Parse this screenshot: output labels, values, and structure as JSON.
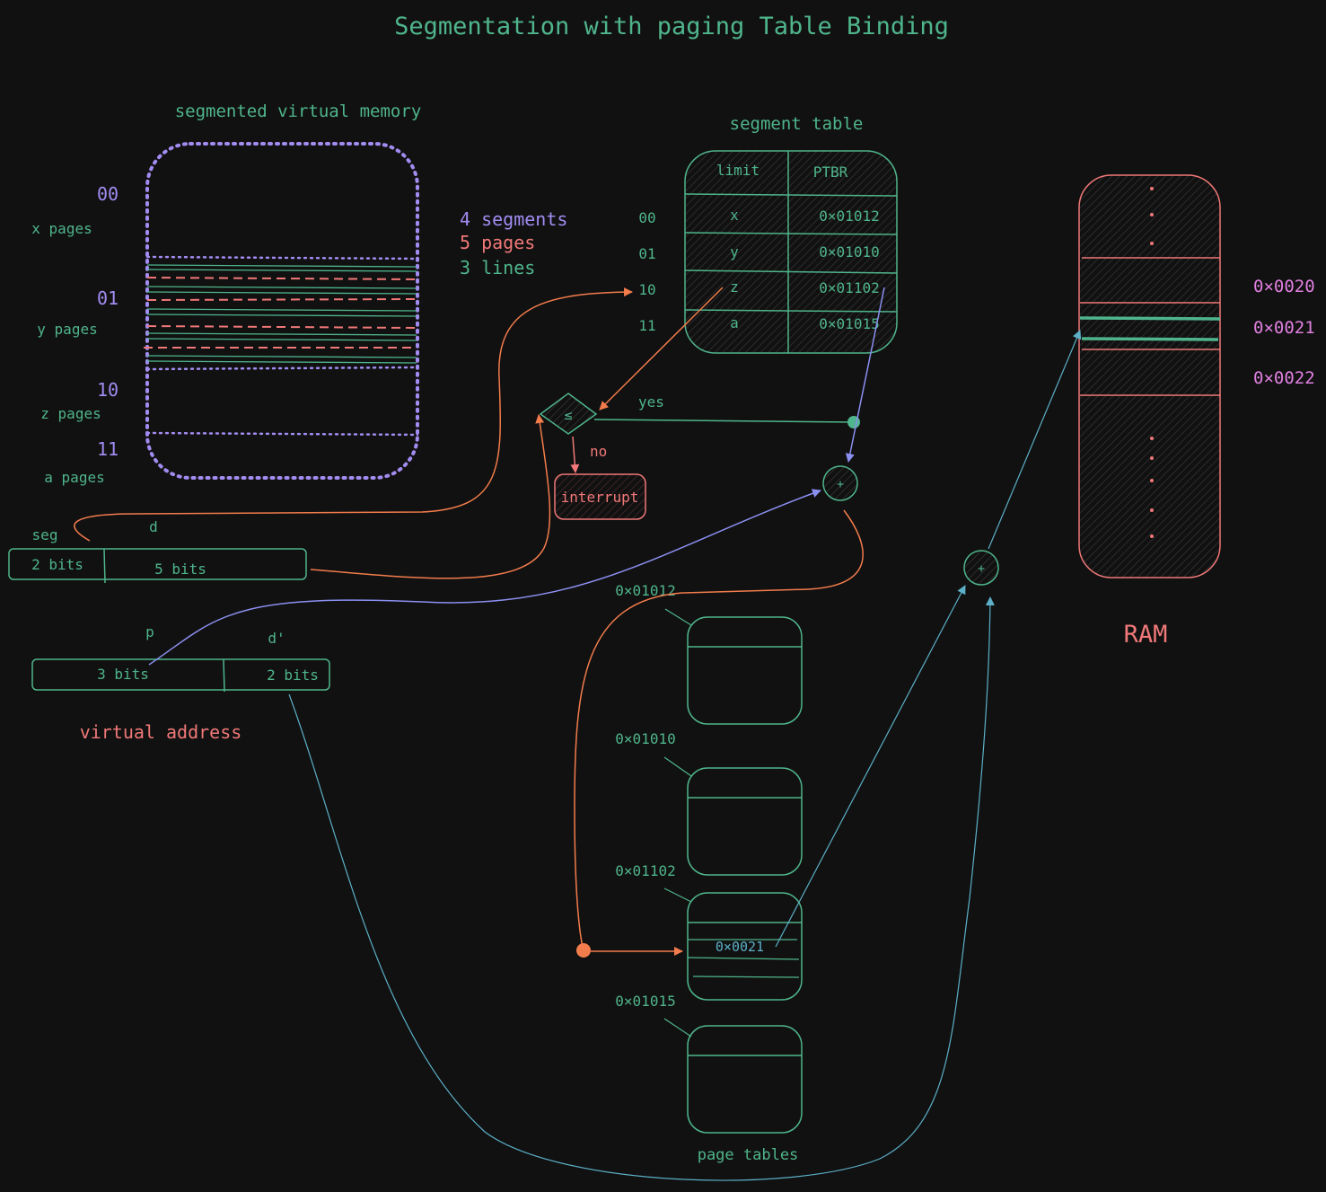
{
  "title": "Segmentation with paging Table Binding",
  "colors": {
    "background": "#111111",
    "green": "#4fb58c",
    "purple": "#a28cf2",
    "salmon": "#f07878",
    "orange": "#f27c4c",
    "blue": "#5cb0c8",
    "periwinkle": "#8b8ff0",
    "magenta": "#e080e0"
  },
  "virtual_memory": {
    "title": "segmented virtual memory",
    "segments": [
      {
        "id": "00",
        "label": "x pages"
      },
      {
        "id": "01",
        "label": "y pages"
      },
      {
        "id": "10",
        "label": "z pages"
      },
      {
        "id": "11",
        "label": "a pages"
      }
    ]
  },
  "legend": {
    "segments": "4 segments",
    "pages": "5 pages",
    "lines": "3 lines"
  },
  "segment_table": {
    "title": "segment table",
    "headers": [
      "limit",
      "PTBR"
    ],
    "rows": [
      {
        "index": "00",
        "limit": "x",
        "ptbr": "0×01012"
      },
      {
        "index": "01",
        "limit": "y",
        "ptbr": "0×01010"
      },
      {
        "index": "10",
        "limit": "z",
        "ptbr": "0×01102"
      },
      {
        "index": "11",
        "limit": "a",
        "ptbr": "0×01015"
      }
    ]
  },
  "compare": {
    "symbol": "≤",
    "yes": "yes",
    "no": "no",
    "interrupt": "interrupt"
  },
  "adder_symbol": "+",
  "virtual_address": {
    "title": "virtual address",
    "seg_label": "seg",
    "d_label": "d",
    "seg_bits": "2 bits",
    "d_bits": "5 bits",
    "p_label": "p",
    "dprime_label": "d'",
    "p_bits": "3 bits",
    "dprime_bits": "2 bits"
  },
  "page_tables": {
    "title": "page tables",
    "tables": [
      {
        "address": "0×01012"
      },
      {
        "address": "0×01010"
      },
      {
        "address": "0×01102",
        "entry": "0×0021"
      },
      {
        "address": "0×01015"
      }
    ]
  },
  "ram": {
    "title": "RAM",
    "frames": [
      "0×0020",
      "0×0021",
      "0×0022"
    ]
  }
}
